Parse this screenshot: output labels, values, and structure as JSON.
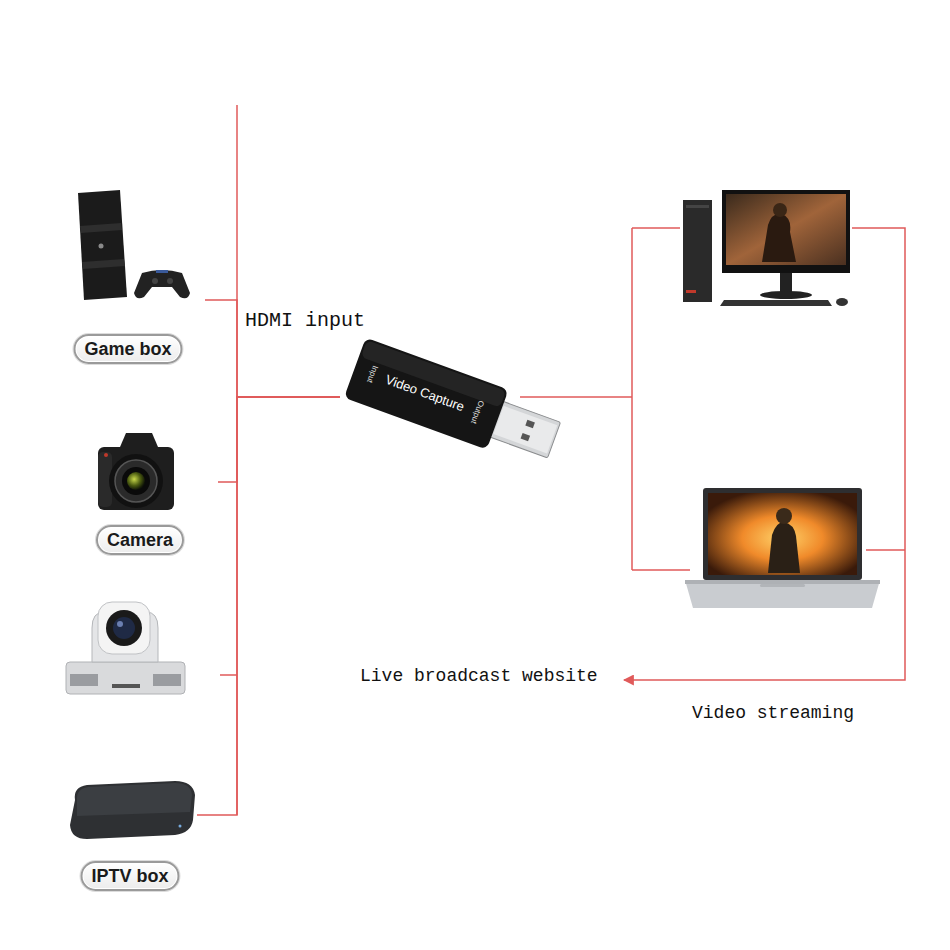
{
  "diagram": {
    "nodes": [
      {
        "text": [
          "Game box"
        ]
      },
      {
        "text": [
          "Camera"
        ]
      },
      {
        "text": [
          "IPTV box"
        ]
      },
      {
        "text": [
          "Input",
          "Video Capture",
          "Output"
        ]
      }
    ],
    "edges": [
      {
        "from": 0,
        "to": 3,
        "arrow": "none"
      },
      {
        "from": 1,
        "to": 3,
        "arrow": "none"
      },
      {
        "from": 2,
        "to": 3,
        "arrow": "none"
      }
    ],
    "labels": [
      "HDMI input",
      "Live broadcast website",
      "Video streaming"
    ]
  }
}
